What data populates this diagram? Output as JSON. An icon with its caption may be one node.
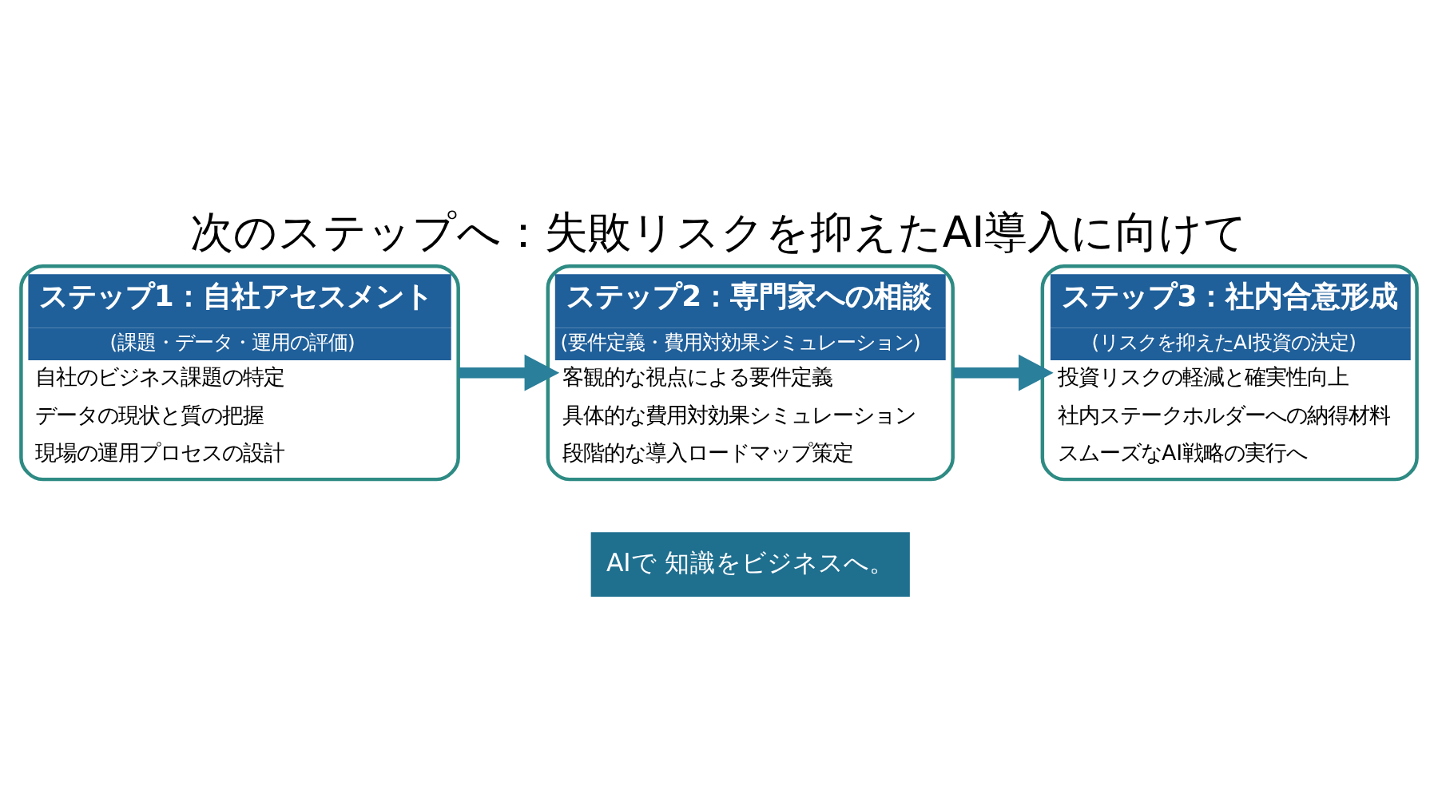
{
  "diagram": {
    "title": "次のステップへ：失敗リスクを抑えたAI導入に向けて",
    "nodes": [
      {
        "text": [
          "ステップ1：自社アセスメント",
          "(課題・データ・運用の評価)",
          "自社のビジネス課題の特定",
          "データの現状と質の把握",
          "現場の運用プロセスの設計"
        ]
      },
      {
        "text": [
          "ステップ2：専門家への相談",
          "(要件定義・費用対効果シミュレーション)",
          "客観的な視点による要件定義",
          "具体的な費用対効果シミュレーション",
          "段階的な導入ロードマップ策定"
        ]
      },
      {
        "text": [
          "ステップ3：社内合意形成",
          "(リスクを抑えたAI投資の決定)",
          "投資リスクの軽減と確実性向上",
          "社内ステークホルダーへの納得材料",
          "スムーズなAI戦略の実行へ"
        ]
      }
    ],
    "edges": [
      {
        "from": 0,
        "to": 1,
        "arrow": "to"
      },
      {
        "from": 1,
        "to": 2,
        "arrow": "to"
      }
    ],
    "labels": [
      "AIで 知識をビジネスへ。"
    ]
  }
}
